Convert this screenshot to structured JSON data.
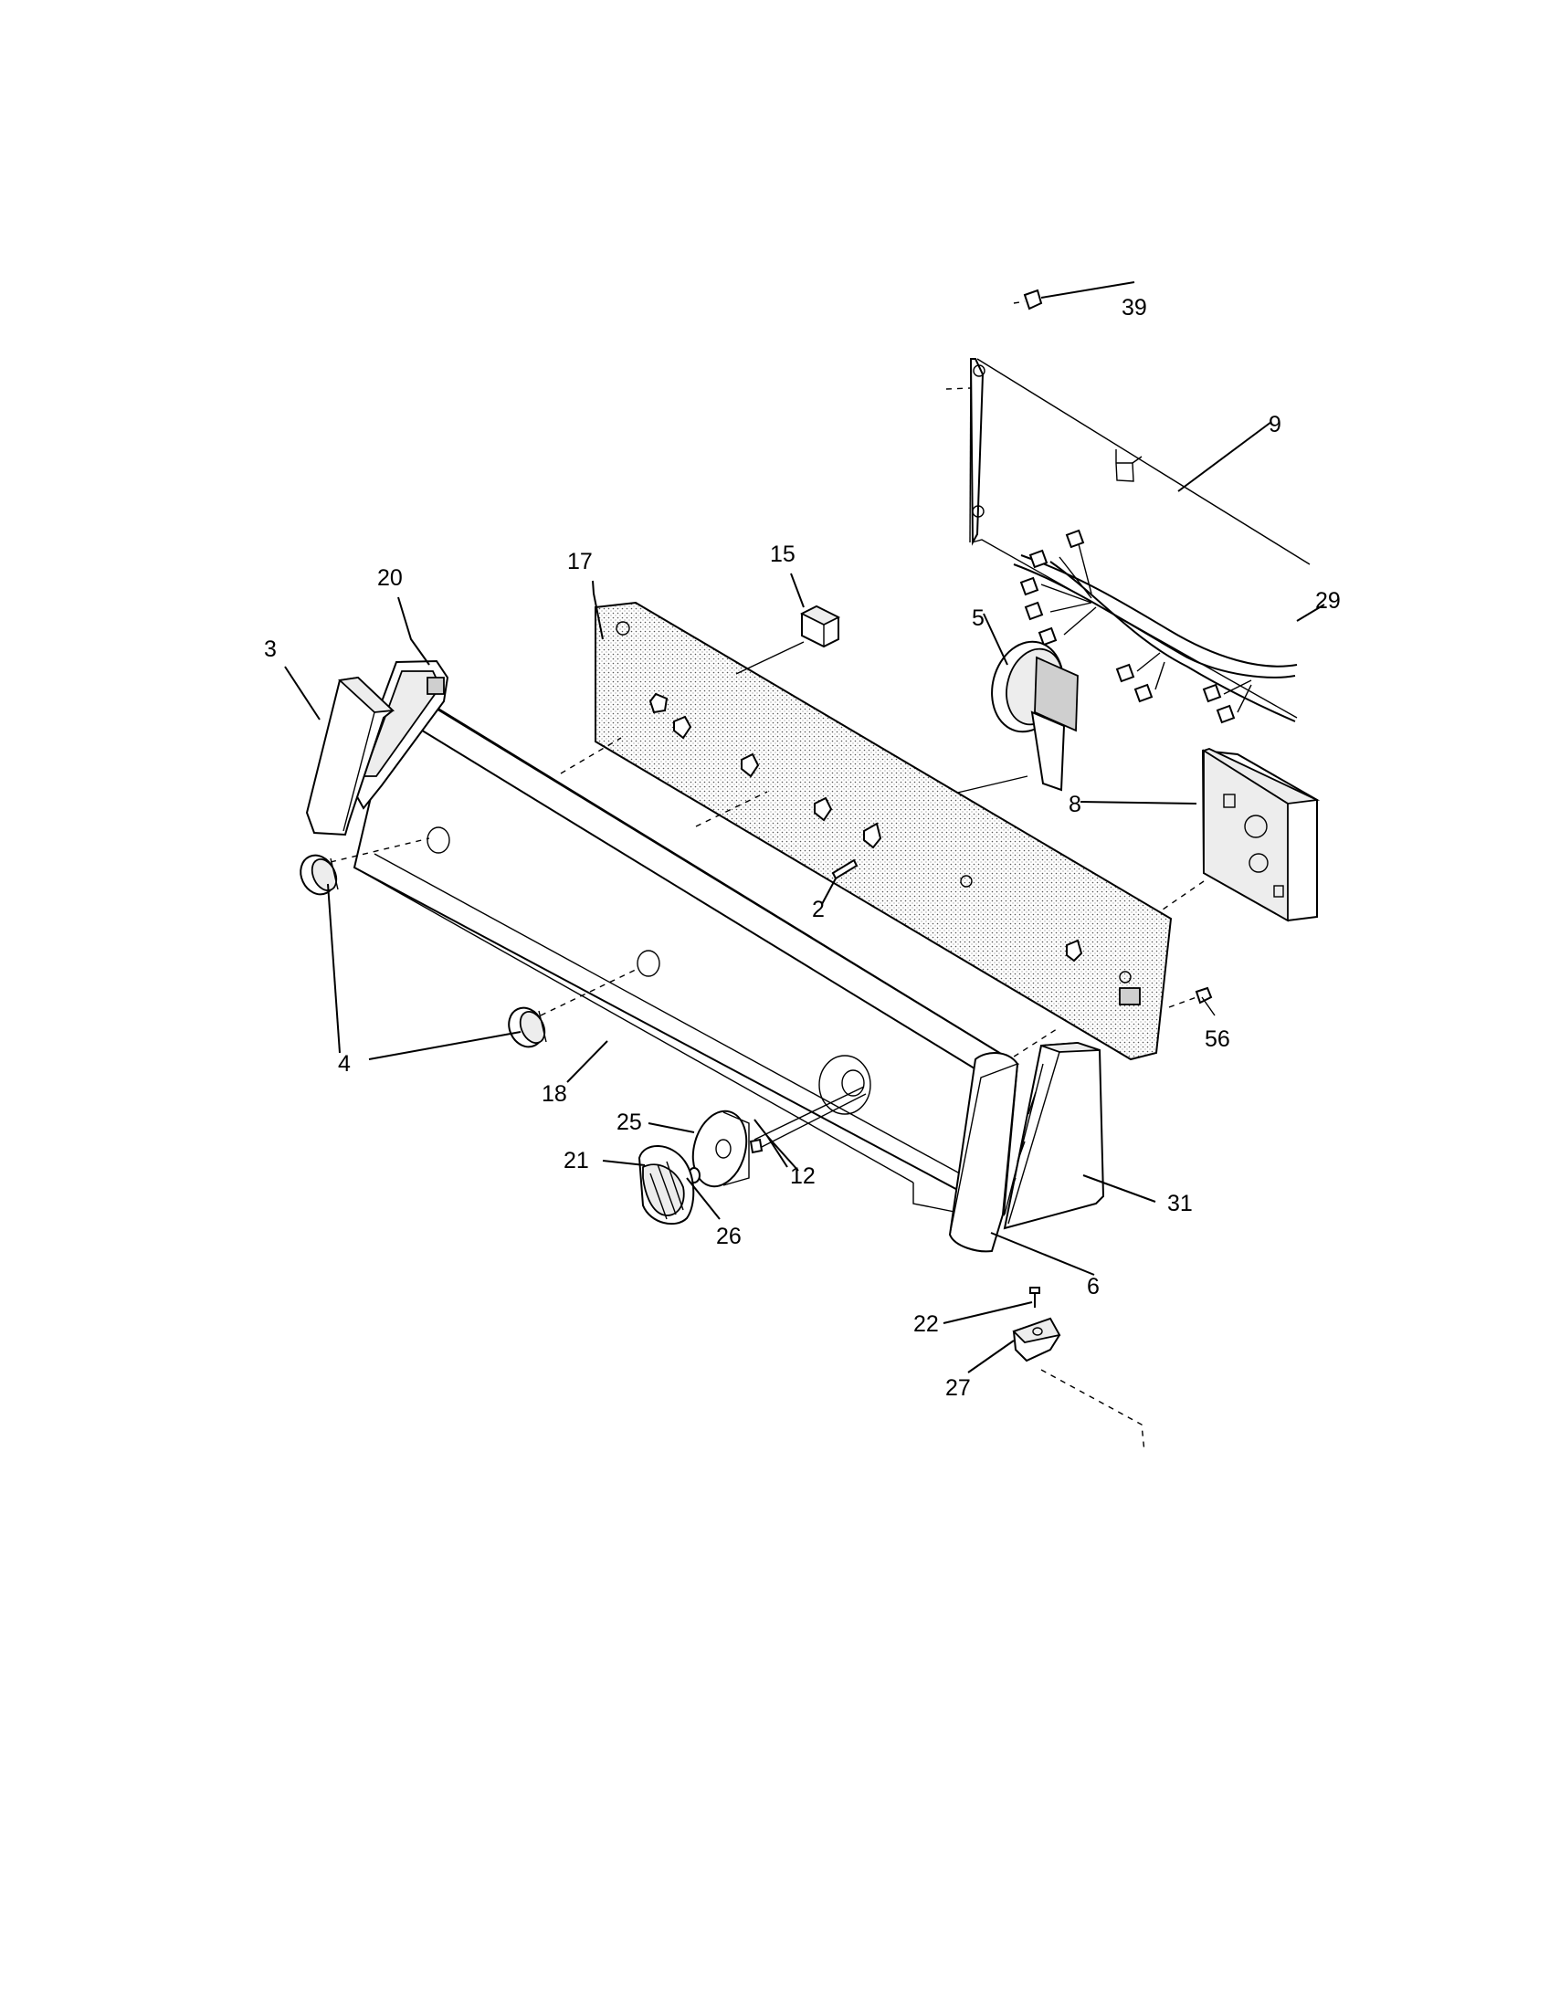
{
  "diagram": {
    "type": "exploded-parts-diagram",
    "labels": {
      "p2": "2",
      "p3": "3",
      "p4": "4",
      "p5": "5",
      "p6": "6",
      "p8": "8",
      "p9": "9",
      "p12": "12",
      "p15": "15",
      "p17": "17",
      "p18": "18",
      "p20": "20",
      "p21": "21",
      "p22": "22",
      "p25": "25",
      "p26": "26",
      "p27": "27",
      "p29": "29",
      "p31": "31",
      "p39": "39",
      "p56": "56"
    }
  }
}
